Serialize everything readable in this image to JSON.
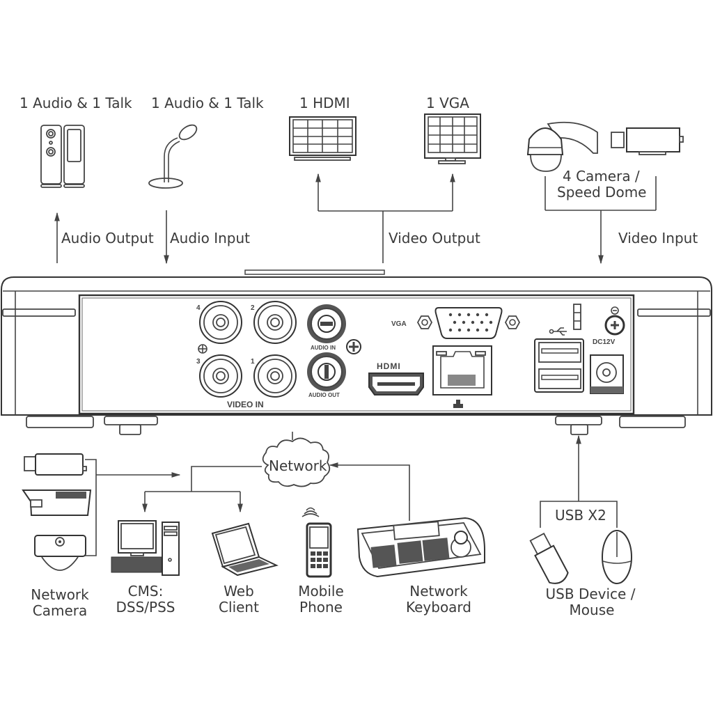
{
  "diagram": {
    "top_labels": {
      "speaker": "1 Audio  & 1 Talk",
      "microphone": "1 Audio & 1 Talk",
      "hdmi_monitor": "1 HDMI",
      "vga_monitor": "1 VGA",
      "camera_line1": "4  Camera /",
      "camera_line2": "Speed Dome"
    },
    "flow_labels": {
      "audio_output": "Audio  Output",
      "audio_input": "Audio  Input",
      "video_output": "Video Output",
      "video_input": "Video Input",
      "network": "Network",
      "usb": "USB X2"
    },
    "device_ports": {
      "video_in": "VIDEO IN",
      "channels": [
        "4",
        "2",
        "3",
        "1"
      ],
      "audio_in": "AUDIO IN",
      "audio_out": "AUDIO OUT",
      "vga": "VGA",
      "hdmi": "HDMI",
      "dc": "DC12V"
    },
    "bottom_labels": {
      "network_camera": [
        "Network",
        "Camera"
      ],
      "cms": [
        "CMS:",
        "DSS/PSS"
      ],
      "web_client": [
        "Web",
        "Client"
      ],
      "mobile_phone": [
        "Mobile",
        "Phone"
      ],
      "network_keyboard": [
        "Network",
        "Keyboard"
      ],
      "usb_device": [
        "USB Device /",
        "Mouse"
      ]
    }
  }
}
